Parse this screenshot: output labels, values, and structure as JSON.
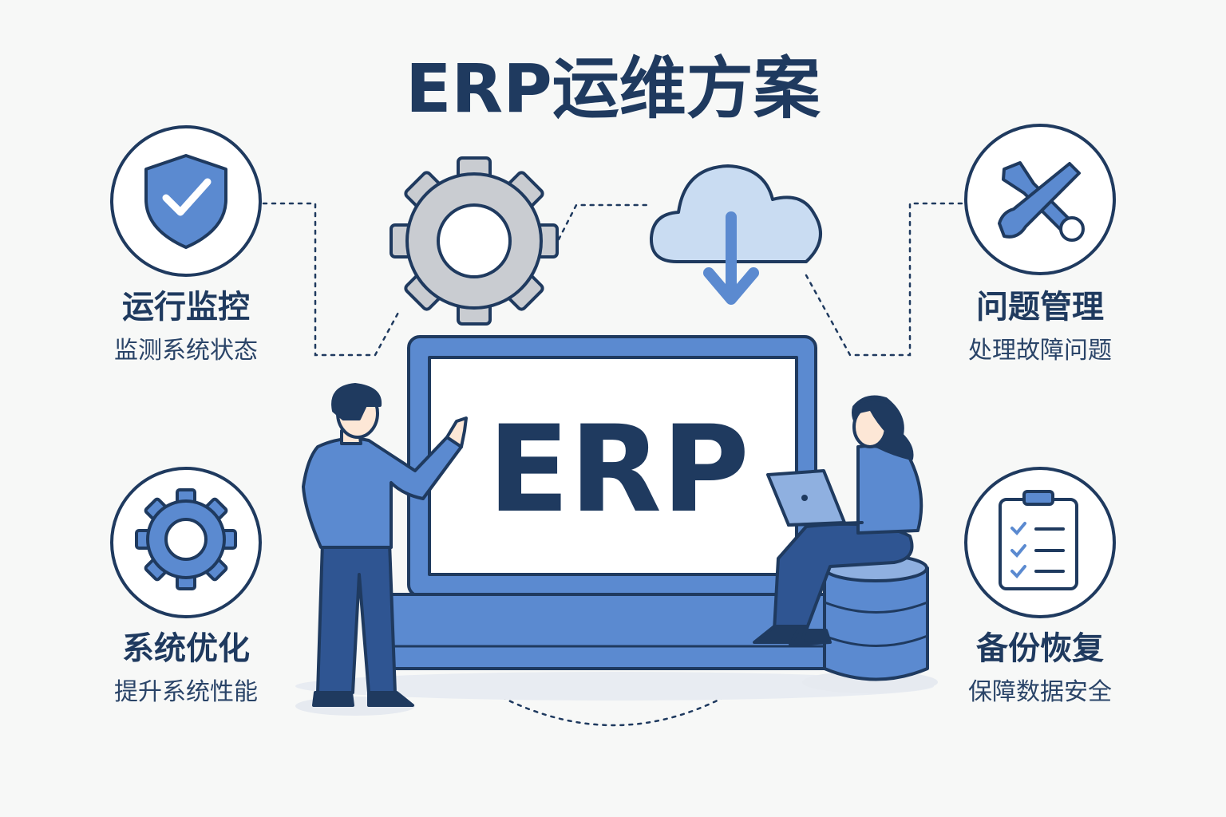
{
  "title": "ERP运维方案",
  "center_label": "ERP",
  "features": [
    {
      "title": "运行监控",
      "subtitle": "监测系统状态",
      "icon": "shield-check-icon"
    },
    {
      "title": "问题管理",
      "subtitle": "处理故障问题",
      "icon": "wrench-screwdriver-icon"
    },
    {
      "title": "系统优化",
      "subtitle": "提升系统性能",
      "icon": "gear-icon"
    },
    {
      "title": "备份恢复",
      "subtitle": "保障数据安全",
      "icon": "clipboard-checklist-icon"
    }
  ],
  "colors": {
    "navy": "#1f3a5f",
    "blue": "#5b8ad0",
    "light_blue": "#c9dcf2",
    "gray": "#c9ccd1",
    "background": "#f7f8f7"
  }
}
